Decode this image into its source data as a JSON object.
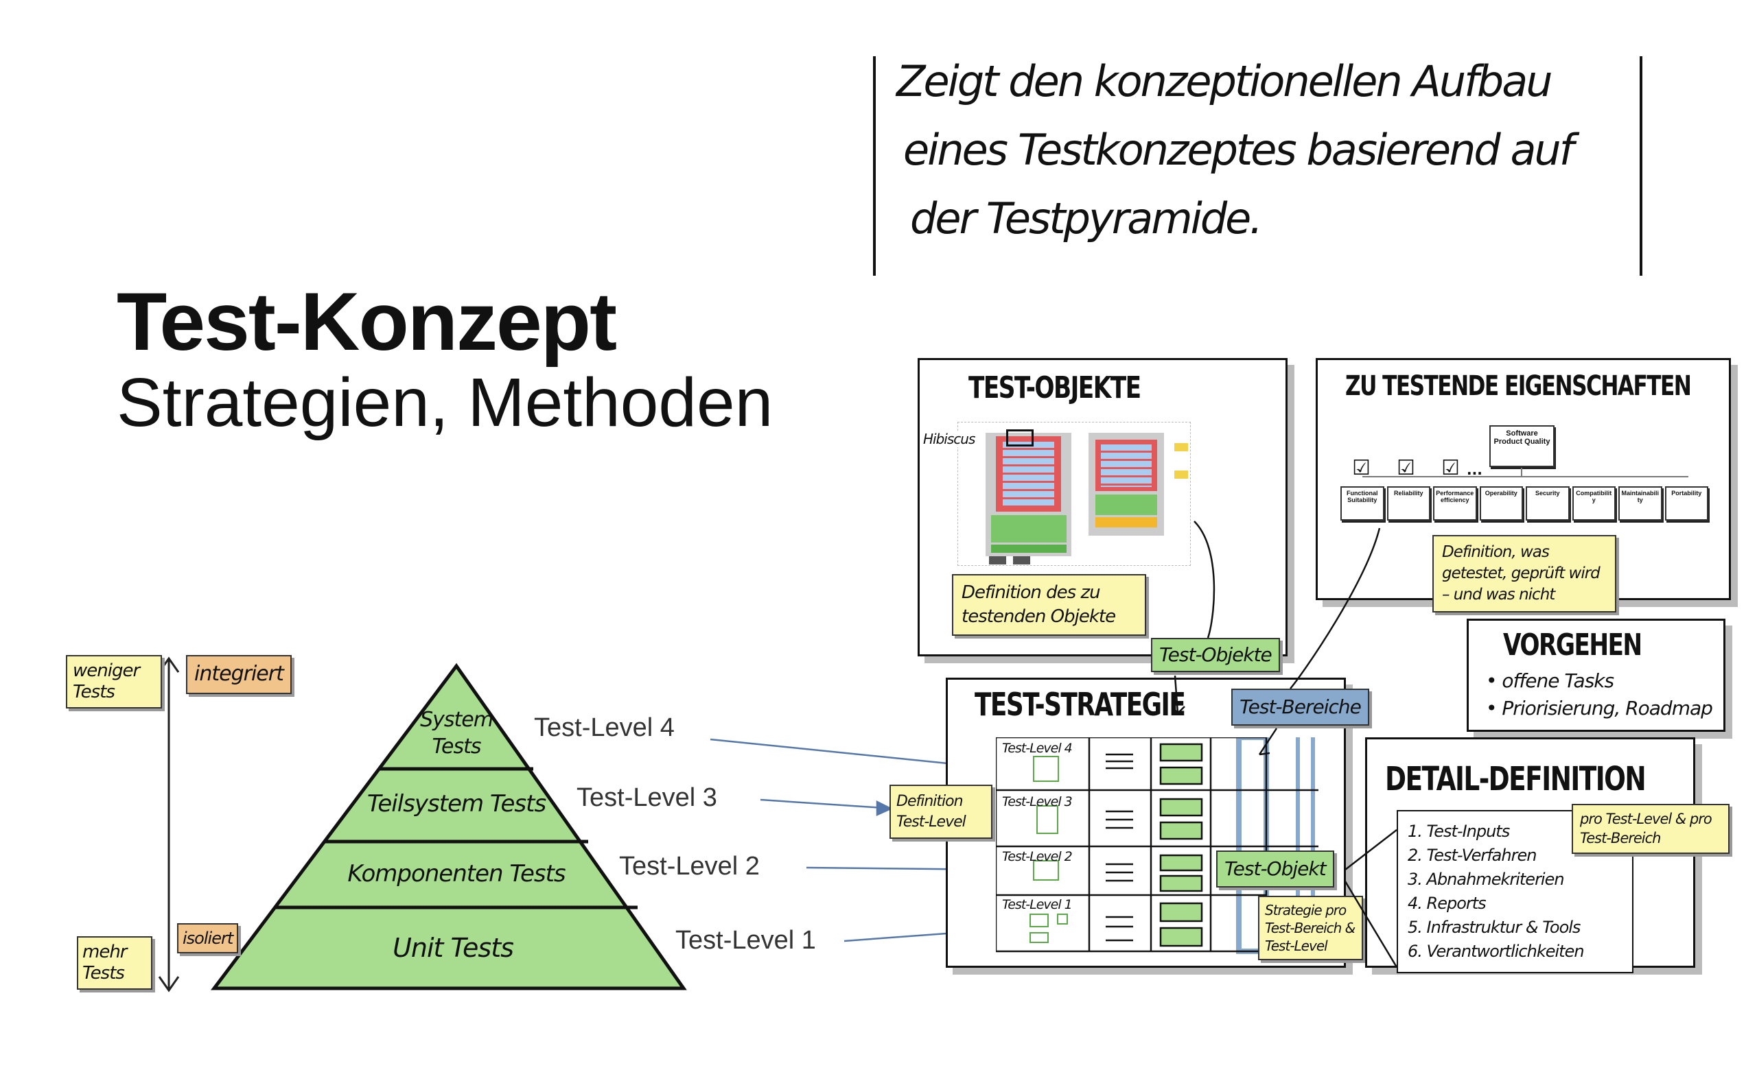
{
  "quote": {
    "lines": [
      "Zeigt den konzeptionellen Aufbau",
      "eines Testkonzeptes basierend auf",
      "der Testpyramide."
    ]
  },
  "title": {
    "main": "Test-Konzept",
    "subtitle": "Strategien, Methoden"
  },
  "pyramid": {
    "levels": [
      "System Tests",
      "Teilsystem Tests",
      "Komponenten Tests",
      "Unit Tests"
    ],
    "level_labels": [
      "Test-Level 4",
      "Test-Level 3",
      "Test-Level 2",
      "Test-Level 1"
    ],
    "color": "#a8dd8f"
  },
  "axis_notes": {
    "top_left": "weniger Tests",
    "top_right": "integriert",
    "bottom_left": "mehr Tests",
    "bottom_right": "isoliert"
  },
  "test_objekte": {
    "title": "TEST-OBJEKTE",
    "diagram_label": "Hibiscus",
    "note": "Definition des zu testenden Objekte",
    "tag": "Test-Objekte"
  },
  "eigenschaften": {
    "title": "ZU TESTENDE EIGENSCHAFTEN",
    "root": "Software Product Quality",
    "characteristics": [
      "Functional Suitability",
      "Reliability",
      "Performance efficiency",
      "Operability",
      "Security",
      "Compatibility",
      "Maintainability",
      "Portability"
    ],
    "ellipsis": "...",
    "note": "Definition, was getestet, geprüft wird – und was nicht"
  },
  "vorgehen": {
    "title": "VORGEHEN",
    "items": [
      "offene Tasks",
      "Priorisierung, Roadmap"
    ]
  },
  "strategie": {
    "title": "TEST-STRATEGIE",
    "bereiche_tag": "Test-Bereiche",
    "level_note": "Definition Test-Level",
    "objekt_tag": "Test-Objekt",
    "strategy_note": "Strategie pro Test-Bereich & Test-Level",
    "rows": [
      "Test-Level 4",
      "Test-Level 3",
      "Test-Level 2",
      "Test-Level 1"
    ]
  },
  "detail": {
    "title": "DETAIL-DEFINITION",
    "items": [
      "1. Test-Inputs",
      "2. Test-Verfahren",
      "3. Abnahmekriterien",
      "4. Reports",
      "5. Infrastruktur & Tools",
      "6. Verantwortlichkeiten"
    ],
    "note": "pro Test-Level & pro Test-Bereich"
  },
  "colors": {
    "sticky": "#fbf6b0",
    "green": "#a7dc8c",
    "blue": "#88a9cc",
    "orange": "#f1c48b",
    "arrow": "#5577aa"
  }
}
